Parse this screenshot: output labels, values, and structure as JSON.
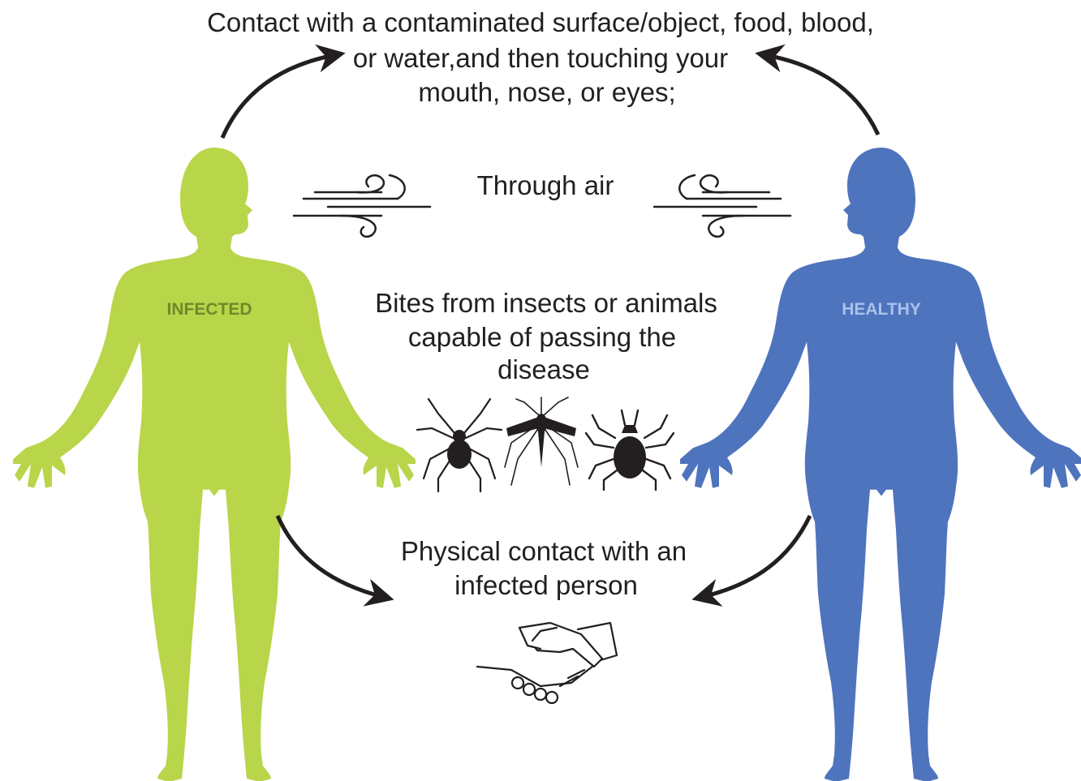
{
  "colors": {
    "infected_body": "#b9d54a",
    "healthy_body": "#4f74be",
    "infected_label": "#6e8a2a",
    "healthy_label": "#a9c2ea",
    "ink": "#231f20"
  },
  "top_text": {
    "line1": "Contact with a contaminated surface/object, food, blood,",
    "line2": "or water,and then touching your",
    "line3": "mouth, nose, or eyes;"
  },
  "air_text": "Through air",
  "bites_text": {
    "line1": "Bites from insects or animals",
    "line2": "capable of passing the",
    "line3": "disease"
  },
  "contact_text": {
    "line1": "Physical contact with an",
    "line2": "infected person"
  },
  "infected_label": "INFECTED",
  "healthy_label": "HEALTHY",
  "icons": [
    "wind-icon",
    "spider-icon",
    "mosquito-icon",
    "tick-icon",
    "handshake-icon"
  ]
}
